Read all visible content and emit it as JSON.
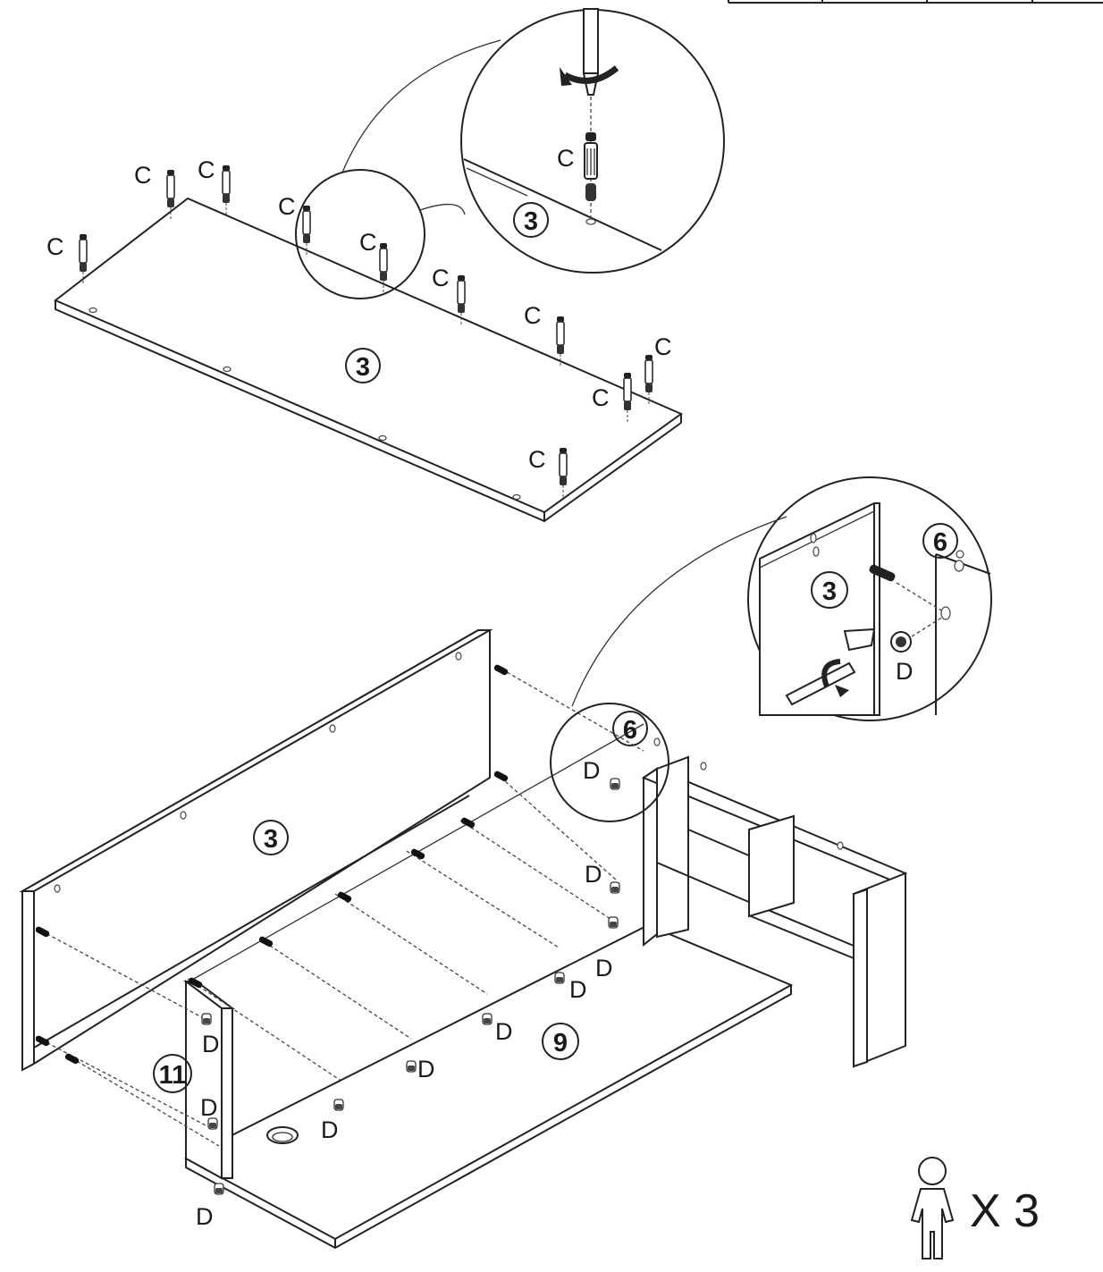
{
  "labels": {
    "dowel": "C",
    "cam": "D"
  },
  "parts": {
    "panel_top": "3",
    "panel_top_zoom": "3",
    "panel_back": "3",
    "panel_back_zoom": "3",
    "side_6": "6",
    "side_6_zoom": "6",
    "base_9": "9",
    "end_11": "11"
  },
  "people": {
    "count_text": "X 3"
  },
  "icons": {
    "person": "person-icon",
    "screwdriver": "screwdriver-icon",
    "rotate": "rotate-arrow-icon"
  }
}
